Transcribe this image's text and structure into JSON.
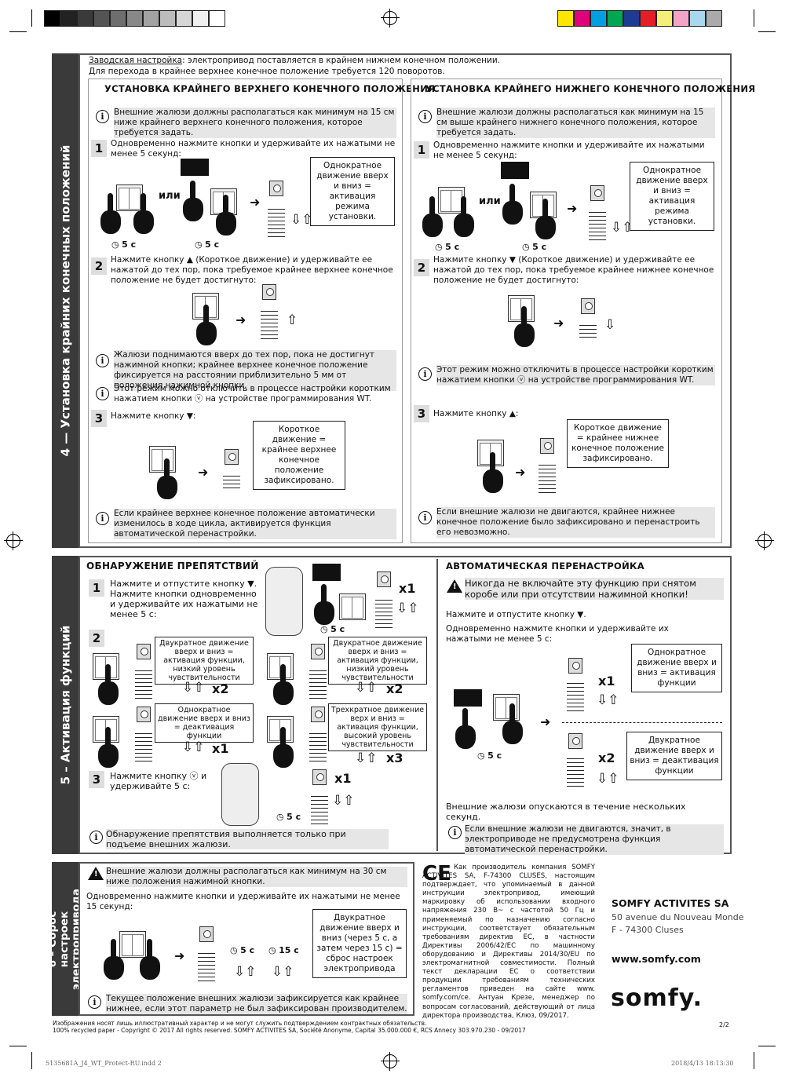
{
  "colors": {
    "sidebar": "#3a3a3a",
    "accent_red": "#d6001c"
  },
  "print_marks": {
    "gray_swatches": [
      "#000000",
      "#222222",
      "#3a3a3a",
      "#545454",
      "#6e6e6e",
      "#888888",
      "#a2a2a2",
      "#bcbcbc",
      "#d6d6d6",
      "#efefef",
      "#ffffff"
    ],
    "color_swatches": [
      "#ffe600",
      "#e0007a",
      "#00a0e0",
      "#00a651",
      "#1f3a93",
      "#e31e24",
      "#f4ef78",
      "#f3a3c6",
      "#a7d8f0",
      "#aaaaaa"
    ]
  },
  "section4": {
    "sidebar_label": "4 — Установка крайних конечных положений",
    "intro_line1_underlined": "Заводская настройка",
    "intro_line1_rest": ": электропривод поставляется в крайнем нижнем конечном положении.",
    "intro_line2": "Для перехода в крайнее верхнее конечное положение требуется 120 поворотов.",
    "upper": {
      "title": "УСТАНОВКА КРАЙНЕГО ВЕРХНЕГО КОНЕЧНОГО ПОЛОЖЕНИЯ",
      "info1": "Внешние жалюзи должны располагаться как минимум на 15 см ниже крайнего верхнего конечного положения, которое требуется задать.",
      "step1_num": "1",
      "step1": "Одновременно нажмите кнопки и удерживайте их нажатыми не менее 5 секунд:",
      "or": "или",
      "time1": "5 c",
      "time2": "5 c",
      "bubble1": "Однократное движение вверх и вниз = активация режима установки.",
      "step2_num": "2",
      "step2": "Нажмите кнопку ▲ (Короткое движение) и удерживайте ее нажатой до тех пор, пока требуемое крайнее верхнее конечное положение не будет достигнуто:",
      "info2": "Жалюзи поднимаются вверх до тех пор, пока не достигнут нажимной кнопки; крайнее верхнее конечное положение фиксируется на расстоянии приблизительно 5 мм от положения нажимной кнопки.",
      "info3": "Этот режим можно отключить в процессе настройки коротким нажатием кнопки ⓥ на устройстве программирования WT.",
      "step3_num": "3",
      "step3": "Нажмите кнопку ▼:",
      "bubble3": "Короткое движение = крайнее верхнее конечное положение зафиксировано.",
      "info4": "Если крайнее верхнее конечное положение автоматически изменилось в ходе цикла, активируется функция автоматической перенастройки."
    },
    "lower": {
      "title": "УСТАНОВКА КРАЙНЕГО НИЖНЕГО КОНЕЧНОГО ПОЛОЖЕНИЯ",
      "info1": "Внешние жалюзи должны располагаться как минимум на 15 см выше крайнего нижнего конечного положения, которое требуется задать.",
      "step1_num": "1",
      "step1": "Одновременно нажмите кнопки и удерживайте их нажатыми не менее 5 секунд:",
      "or": "или",
      "time1": "5 c",
      "time2": "5 c",
      "bubble1": "Однократное движение вверх и вниз = активация режима установки.",
      "step2_num": "2",
      "step2": "Нажмите кнопку ▼ (Короткое движение) и удерживайте ее нажатой до тех пор, пока требуемое крайнее нижнее конечное положение не будет достигнуто:",
      "info2": "Этот режим можно отключить в процессе настройки коротким нажатием кнопки ⓥ на устройстве программирования WT.",
      "step3_num": "3",
      "step3": "Нажмите кнопку ▲:",
      "bubble3": "Короткое движение = крайнее нижнее конечное положение зафиксировано.",
      "info3": "Если внешние жалюзи не двигаются, крайнее нижнее конечное положение было зафиксировано и перенастроить его невозможно."
    }
  },
  "section5": {
    "sidebar_label": "5 – Активация функций",
    "obstacle": {
      "title": "ОБНАРУЖЕНИЕ ПРЕПЯТСТВИЙ",
      "step1_num": "1",
      "step1": "Нажмите и отпустите кнопку ▼. Нажмите кнопки одновременно и удерживайте их нажатыми не менее 5 с:",
      "step1_time": "5 c",
      "step1_count": "x1",
      "step2_num": "2",
      "b1": "Двукратное движение вверх и вниз = активация функции, низкий уровень чувствительности",
      "b1_count": "x2",
      "b2": "Двукратное движение вверх и вниз = активация функции, низкий уровень чувствительности",
      "b2_count": "x2",
      "b3": "Однократное движение вверх и вниз = деактивация функции",
      "b3_count": "x1",
      "b4": "Трехкратное движение верх и вниз = активация функции, высокий уровень чувствительности",
      "b4_count": "x3",
      "step3_num": "3",
      "step3": "Нажмите кнопку ⓥ и удерживайте 5 с:",
      "step3_time": "5 c",
      "step3_count": "x1",
      "info": "Обнаружение препятствия выполняется только при подъеме внешних жалюзи."
    },
    "auto": {
      "title": "АВТОМАТИЧЕСКАЯ ПЕРЕНАСТРОЙКА",
      "warning": "Никогда не включайте эту функцию при снятом коробе или при отсутствии нажимной кнопки!",
      "line1": "Нажмите и отпустите кнопку ▼.",
      "line2": "Одновременно нажмите кнопки и удерживайте их нажатыми не менее 5 с:",
      "time": "5 c",
      "bubble1": "Однократное движение вверх и вниз = активация функции",
      "count1": "x1",
      "bubble2": "Двукратное движение вверх и вниз = деактивация функции",
      "count2": "x2",
      "note": "Внешние жалюзи опускаются в течение нескольких секунд.",
      "info": "Если внешние жалюзи не двигаются, значит, в электроприводе не предусмотрена функция автоматической перенастройки."
    }
  },
  "section6": {
    "sidebar_label": "6 – Сброс настроек электропривода",
    "warning": "Внешние жалюзи должны располагаться как минимум на 30 см ниже положения нажимной кнопки.",
    "text": "Одновременно нажмите кнопки и удерживайте их нажатыми не менее 15 секунд:",
    "time1": "5 c",
    "time2": "15 c",
    "bubble": "Двукратное движение вверх и вниз (через 5 с, а затем через 15 с) = сброс настроек электропривода",
    "info": "Текущее положение внешних жалюзи зафиксируется как крайнее нижнее, если этот параметр не был зафиксирован производителем."
  },
  "ce": {
    "mark": "CE",
    "text": "Как производитель компания SOMFY ACTIVITES SA, F-74300 CLUSES, настоящим подтверждает, что упоминаемый в данной инструкции электропривод, имеющий маркировку об использовании входного напряжения 230 В~ с частотой 50 Гц и применяемый по назначению согласно инструкции, соответствует обязательным требованиям директив ЕС, в частности Директивы 2006/42/EC по машинному оборудованию и Директивы 2014/30/EU по электромагнитной совместимости. Полный текст декларации ЕС о соответствии продукции требованиям технических регламентов приведен на сайте www. somfy.com/ce. Антуан Крезе, менеджер по вопросам согласований, действующий от лица директора производства, Клюз, 09/2017."
  },
  "company": {
    "name": "SOMFY ACTIVITES SA",
    "addr1": "50 avenue du Nouveau Monde",
    "addr2": "F - 74300 Cluses",
    "web": "www.somfy.com",
    "logo": "somfy."
  },
  "footer": {
    "disclaimer": "Изображения носят лишь иллюстративный характер и не могут служить подтверждением контрактных обязательств.",
    "copyright": "100% recycled paper - Copyright © 2017 All rights reserved. SOMFY ACTIVITES SA, Société Anonyme, Capital 35.000.000 €, RCS Annecy 303.970.230 - 09/2017",
    "page": "2/2",
    "slug_left": "5135681A_J4_WT_Protect-RU.indd 2",
    "slug_right": "2018/4/13 18:13:30"
  },
  "icons": [
    "info-icon",
    "warning-icon",
    "clock-icon",
    "hand-icon",
    "switch-icon",
    "motor-icon",
    "blind-slats-icon",
    "updown-arrows-icon",
    "remote-icon",
    "registration-mark-icon"
  ]
}
